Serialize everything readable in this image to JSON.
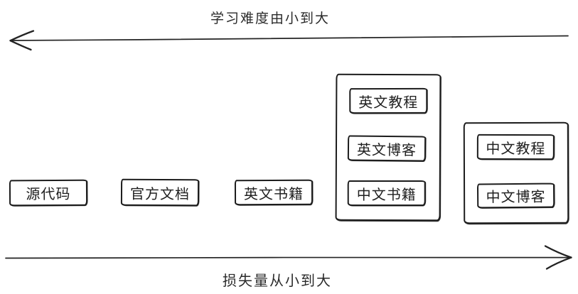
{
  "colors": {
    "ink": "#1f1f1f",
    "background": "#ffffff"
  },
  "axes": {
    "top": {
      "label": "学习难度由小到大",
      "direction": "left"
    },
    "bottom": {
      "label": "损失量从小到大",
      "direction": "right"
    }
  },
  "nodes": [
    {
      "label": "源代码"
    },
    {
      "label": "官方文档"
    },
    {
      "label": "英文书籍"
    }
  ],
  "groups": [
    {
      "nodes": [
        {
          "label": "英文教程"
        },
        {
          "label": "英文博客"
        },
        {
          "label": "中文书籍"
        }
      ]
    },
    {
      "nodes": [
        {
          "label": "中文教程"
        },
        {
          "label": "中文博客"
        }
      ]
    }
  ]
}
